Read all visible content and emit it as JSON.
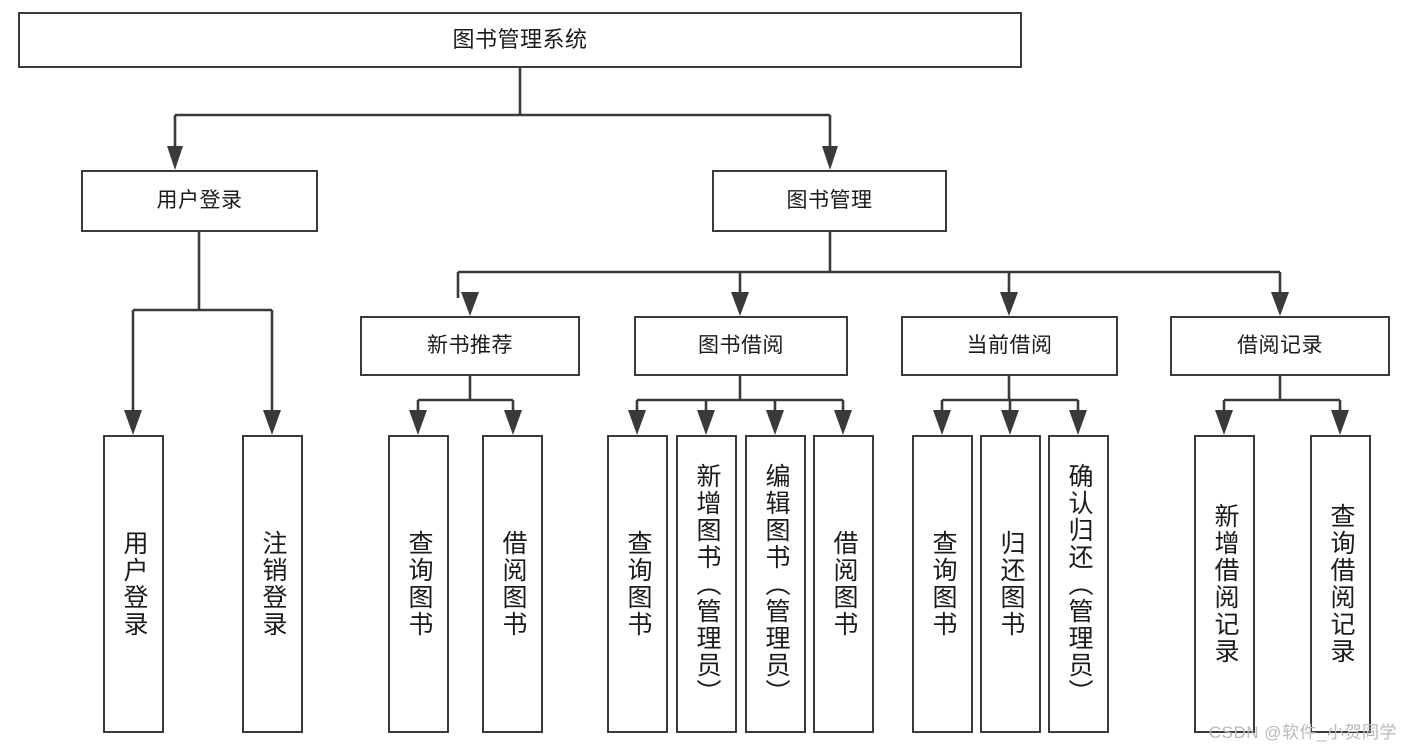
{
  "diagram": {
    "title": "图书管理系统",
    "type": "tree-hierarchy-chart",
    "watermark": "CSDN @软件_小贺同学",
    "colors": {
      "stroke": "#3a3a3a",
      "fill": "#ffffff",
      "text": "#1b1b1b",
      "watermark": "#b9b9b9"
    }
  },
  "nodes": {
    "root": {
      "label": "图书管理系统"
    },
    "level2": [
      {
        "id": "user-login",
        "label": "用户登录"
      },
      {
        "id": "book-manage",
        "label": "图书管理"
      }
    ],
    "level3": [
      {
        "id": "new-book-recommend",
        "label": "新书推荐"
      },
      {
        "id": "book-borrow",
        "label": "图书借阅"
      },
      {
        "id": "current-borrow",
        "label": "当前借阅"
      },
      {
        "id": "borrow-record",
        "label": "借阅记录"
      }
    ],
    "leaves": {
      "user-login": [
        {
          "id": "leaf-user-login",
          "label": "用户登录"
        },
        {
          "id": "leaf-logout",
          "label": "注销登录"
        }
      ],
      "new-book-recommend": [
        {
          "id": "leaf-query-book-1",
          "label": "查询图书"
        },
        {
          "id": "leaf-borrow-book-1",
          "label": "借阅图书"
        }
      ],
      "book-borrow": [
        {
          "id": "leaf-query-book-2",
          "label": "查询图书"
        },
        {
          "id": "leaf-add-book",
          "label": "新增图书（管理员）"
        },
        {
          "id": "leaf-edit-book",
          "label": "编辑图书（管理员）"
        },
        {
          "id": "leaf-borrow-book-2",
          "label": "借阅图书"
        }
      ],
      "current-borrow": [
        {
          "id": "leaf-query-book-3",
          "label": "查询图书"
        },
        {
          "id": "leaf-return-book",
          "label": "归还图书"
        },
        {
          "id": "leaf-confirm-return",
          "label": "确认归还（管理员）"
        }
      ],
      "borrow-record": [
        {
          "id": "leaf-add-record",
          "label": "新增借阅记录"
        },
        {
          "id": "leaf-query-record",
          "label": "查询借阅记录"
        }
      ]
    }
  }
}
